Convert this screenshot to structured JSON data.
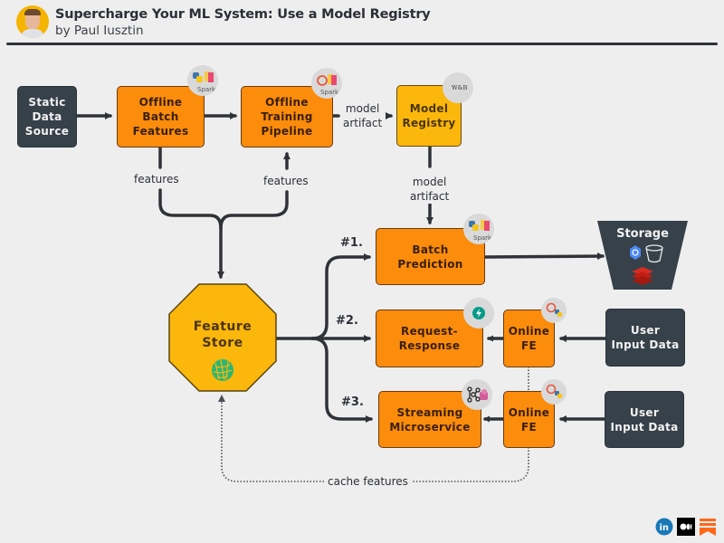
{
  "header": {
    "title": "Supercharge Your ML System: Use a Model Registry",
    "subtitle": "by Paul Iusztin",
    "avatar": "author-photo"
  },
  "colors": {
    "background": "#eeeeee",
    "dark_node": "#36414a",
    "orange_node": "#fb8c0c",
    "yellow_node": "#fbb70c",
    "wire": "#2f3338",
    "feature_store_icon": "#2bb673"
  },
  "nodes": {
    "static_data_source": "Static\nData\nSource",
    "offline_batch_features": "Offline\nBatch\nFeatures",
    "offline_training_pipeline": "Offline\nTraining\nPipeline",
    "model_registry": "Model\nRegistry",
    "feature_store": "Feature\nStore",
    "batch_prediction": "Batch\nPrediction",
    "request_response": "Request-\nResponse",
    "streaming_microservice": "Streaming\nMicroservice",
    "online_fe_1": "Online\nFE",
    "online_fe_2": "Online\nFE",
    "user_input_1": "User\nInput Data",
    "user_input_2": "User\nInput Data",
    "storage": "Storage"
  },
  "edge_labels": {
    "features_left": "features",
    "features_right": "features",
    "model_artifact_top": "model\nartifact",
    "model_artifact_down": "model\nartifact",
    "path_1": "#1.",
    "path_2": "#2.",
    "path_3": "#3.",
    "cache_features": "cache features"
  },
  "badges": {
    "offline_batch_features": [
      "python-icon",
      "feature-pipeline-icon",
      "spark-icon"
    ],
    "offline_training_pipeline": [
      "pytorch-icon",
      "feature-pipeline-icon",
      "spark-icon"
    ],
    "model_registry": [
      "wandb-icon"
    ],
    "batch_prediction": [
      "python-icon",
      "feature-pipeline-icon",
      "spark-icon"
    ],
    "request_response": [
      "fastapi-icon"
    ],
    "streaming_microservice": [
      "kafka-icon",
      "bytewax-icon"
    ],
    "online_fe_1": [
      "pytorch-icon",
      "python-icon"
    ],
    "online_fe_2": [
      "pytorch-icon",
      "python-icon"
    ],
    "storage": [
      "bigquery-icon",
      "s3-bucket-icon",
      "redis-icon"
    ],
    "feature_store": [
      "hopsworks-icon"
    ],
    "spark_label": "Spark",
    "wandb_label": "W&B"
  },
  "footer": {
    "social": [
      "linkedin-icon",
      "medium-icon",
      "substack-icon"
    ],
    "linkedin_label": "in"
  }
}
